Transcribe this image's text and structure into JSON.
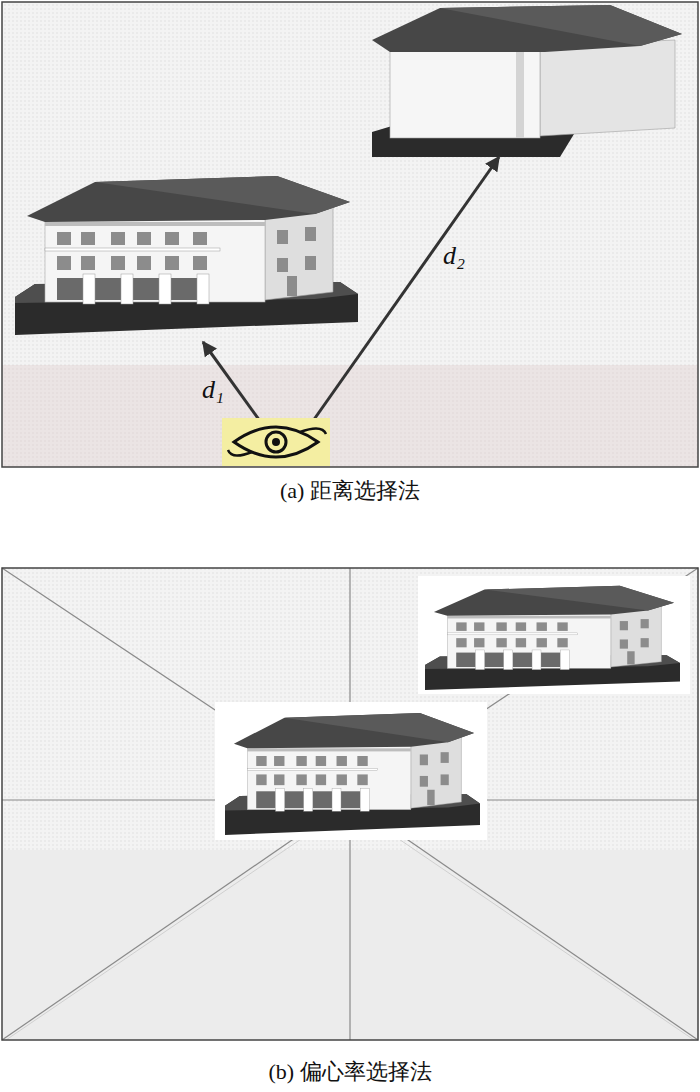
{
  "diagram": {
    "labels": [
      "d₁",
      "d₂",
      "(a) 距离选择法",
      "(b) 偏心率选择法"
    ]
  }
}
